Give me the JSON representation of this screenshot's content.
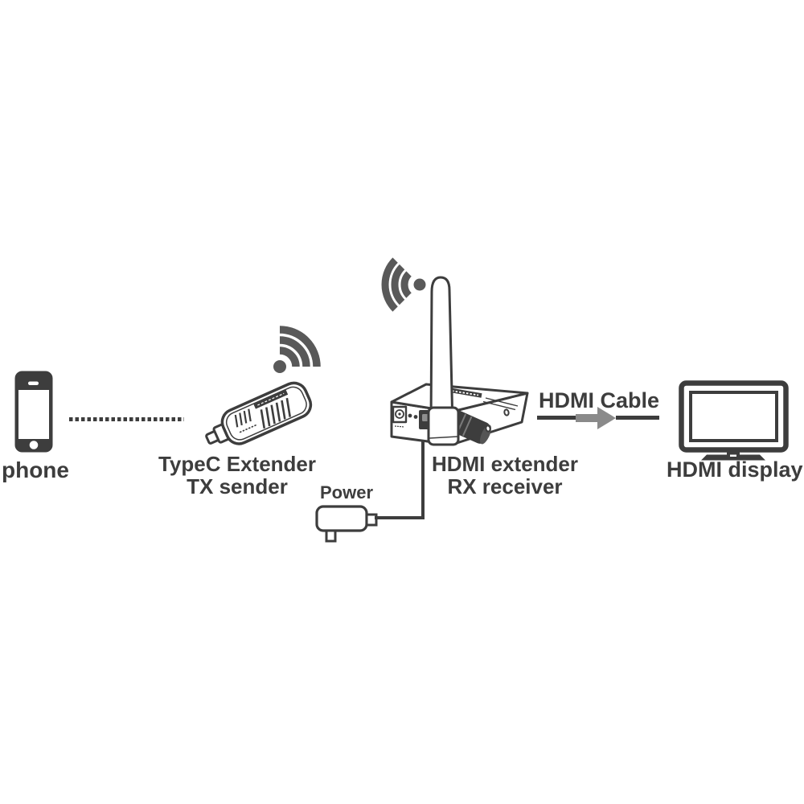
{
  "theme": {
    "ink_color": "#3d3d3d",
    "wifi_color": "#595959",
    "arrow_color": "#8a8a8a",
    "bg_color": "#ffffff"
  },
  "nodes": {
    "phone": {
      "label": "phone",
      "icon": "smartphone-icon"
    },
    "tx": {
      "label_line1": "TypeC Extender",
      "label_line2": "TX sender",
      "icon": "usb-c-dongle-icon"
    },
    "rx": {
      "label_line1": "HDMI extender",
      "label_line2": "RX receiver",
      "icon": "receiver-box-antenna-icon"
    },
    "power": {
      "label": "Power",
      "icon": "power-adapter-icon"
    },
    "display": {
      "label": "HDMI display",
      "icon": "tv-monitor-icon"
    }
  },
  "connections": {
    "wireless_link": {
      "style": "dotted-line"
    },
    "hdmi_cable": {
      "label": "HDMI Cable",
      "style": "solid-line-with-gray-arrow"
    },
    "power_cable": {
      "style": "solid-elbow-line"
    }
  },
  "icons": {
    "smartphone-icon": "rounded-dark-phone-with-white-screen",
    "wifi-signal-tx-icon": "three-arcs-and-dot-pointing-upper-right",
    "wifi-signal-rx-icon": "three-arcs-and-dot-pointing-left",
    "usb-c-dongle-icon": "tilted-stick-with-vents-and-usb-c-plug",
    "receiver-box-antenna-icon": "3d-box-with-ports-and-tall-antenna",
    "power-adapter-icon": "wall-plug-adapter-outline",
    "arrow-right-icon": "thick-gray-right-arrow",
    "tv-monitor-icon": "flat-screen-tv-with-stand"
  }
}
